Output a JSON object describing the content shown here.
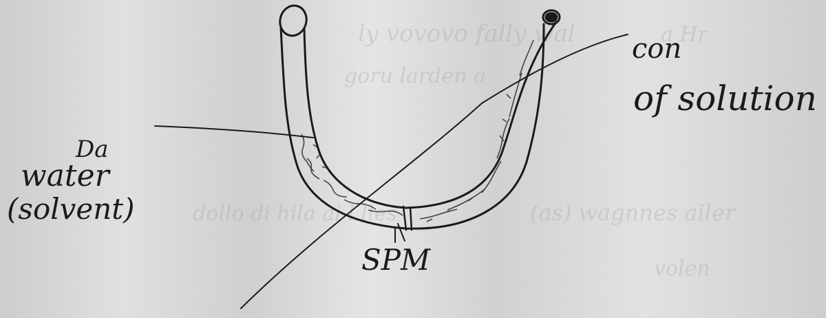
{
  "labels": {
    "con": "con",
    "of_solution": "of solution",
    "da": "Da",
    "water": "water",
    "solvent": "(solvent)",
    "spm": "SPM"
  },
  "colors": {
    "paper": "#dcdcdc",
    "ink": "#1a1a1a",
    "bleed": "#9a9a9a"
  }
}
